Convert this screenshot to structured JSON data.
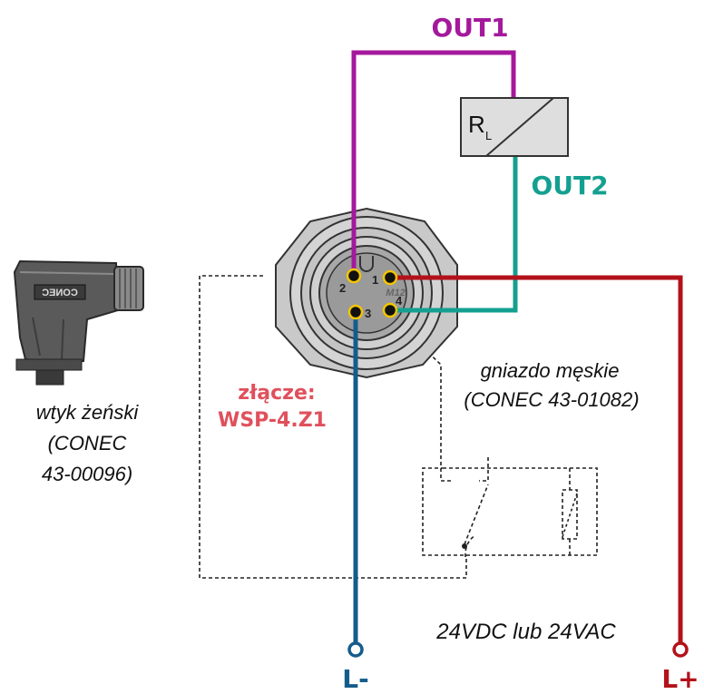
{
  "signals": {
    "out1": {
      "label": "OUT1",
      "color": "#a4199c"
    },
    "out2": {
      "label": "OUT2",
      "color": "#14a090"
    },
    "lminus": {
      "label": "L-",
      "color": "#145c8c"
    },
    "lplus": {
      "label": "L+",
      "color": "#b3121a"
    }
  },
  "load": {
    "label_main": "R",
    "label_sub": "L"
  },
  "socket": {
    "caption_line1": "gniazdo męskie",
    "caption_line2": "(CONEC 43-01082)",
    "marking": "M12",
    "pins": [
      "1",
      "2",
      "3",
      "4"
    ]
  },
  "plug": {
    "caption_line1": "wtyk żeński",
    "caption_line2": "(CONEC",
    "caption_line3": "43-00096)",
    "logo_text": "CONEC"
  },
  "connector": {
    "label_line1": "złącze:",
    "label_line2": "WSP-4.Z1",
    "color": "#e0505c"
  },
  "supply": {
    "label": "24VDC lub 24VAC"
  }
}
